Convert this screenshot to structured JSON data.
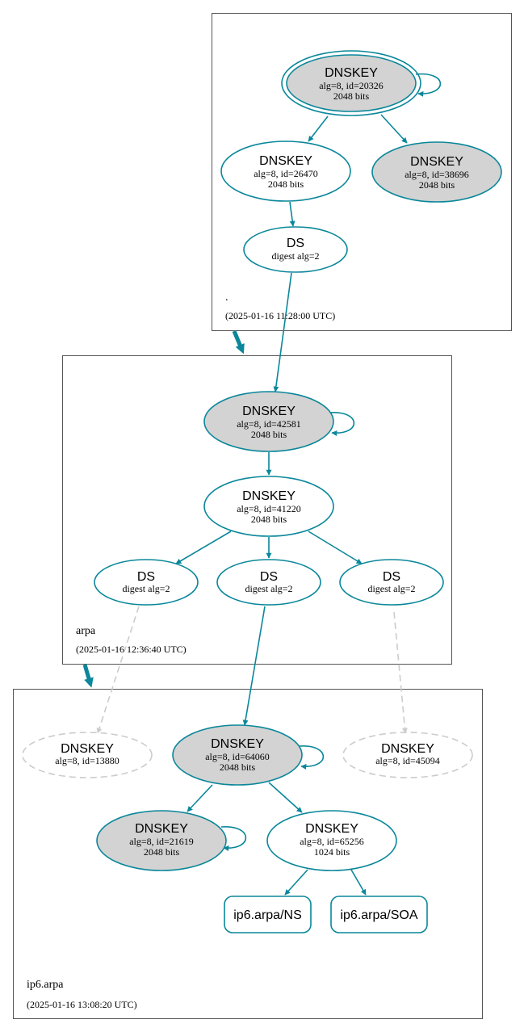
{
  "colors": {
    "edge": "#0a879a",
    "missing": "#cccccc",
    "fill_gray": "#d3d3d3",
    "zone_border": "#555555"
  },
  "zones": {
    "root": {
      "name": ".",
      "timestamp": "(2025-01-16 11:28:00 UTC)"
    },
    "arpa": {
      "name": "arpa",
      "timestamp": "(2025-01-16 12:36:40 UTC)"
    },
    "ip6": {
      "name": "ip6.arpa",
      "timestamp": "(2025-01-16 13:08:20 UTC)"
    }
  },
  "nodes": {
    "root_ksk": {
      "title": "DNSKEY",
      "line1": "alg=8, id=20326",
      "line2": "2048 bits"
    },
    "root_zsk1": {
      "title": "DNSKEY",
      "line1": "alg=8, id=26470",
      "line2": "2048 bits"
    },
    "root_zsk2": {
      "title": "DNSKEY",
      "line1": "alg=8, id=38696",
      "line2": "2048 bits"
    },
    "root_ds": {
      "title": "DS",
      "line1": "digest alg=2"
    },
    "arpa_ksk": {
      "title": "DNSKEY",
      "line1": "alg=8, id=42581",
      "line2": "2048 bits"
    },
    "arpa_zsk": {
      "title": "DNSKEY",
      "line1": "alg=8, id=41220",
      "line2": "2048 bits"
    },
    "arpa_ds1": {
      "title": "DS",
      "line1": "digest alg=2"
    },
    "arpa_ds2": {
      "title": "DS",
      "line1": "digest alg=2"
    },
    "arpa_ds3": {
      "title": "DS",
      "line1": "digest alg=2"
    },
    "ip6_missing1": {
      "title": "DNSKEY",
      "line1": "alg=8, id=13880"
    },
    "ip6_ksk": {
      "title": "DNSKEY",
      "line1": "alg=8, id=64060",
      "line2": "2048 bits"
    },
    "ip6_missing2": {
      "title": "DNSKEY",
      "line1": "alg=8, id=45094"
    },
    "ip6_key21619": {
      "title": "DNSKEY",
      "line1": "alg=8, id=21619",
      "line2": "2048 bits"
    },
    "ip6_zsk": {
      "title": "DNSKEY",
      "line1": "alg=8, id=65256",
      "line2": "1024 bits"
    },
    "rr_ns": {
      "label": "ip6.arpa/NS"
    },
    "rr_soa": {
      "label": "ip6.arpa/SOA"
    }
  }
}
